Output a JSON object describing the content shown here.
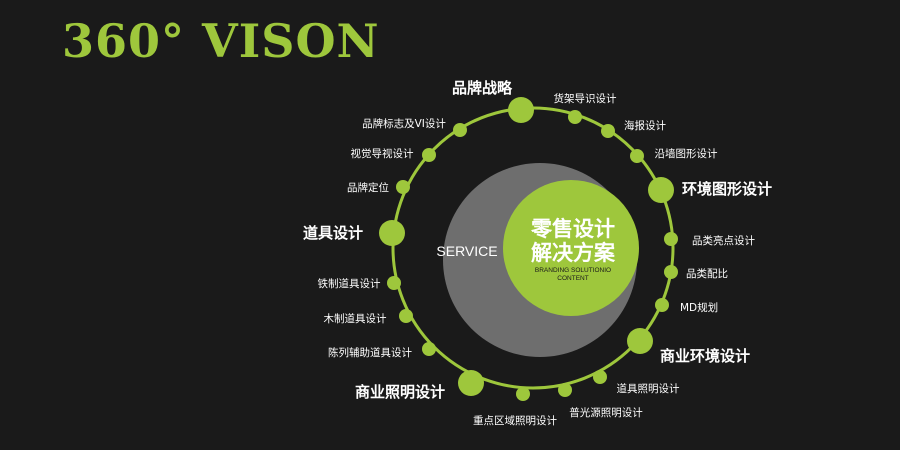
{
  "title": "360° VISON",
  "colors": {
    "background": "#1a1a1a",
    "accent": "#9ec73c",
    "ring_gray": "#6e6e6e",
    "text": "#ffffff"
  },
  "center": {
    "service_label": "SERVICE",
    "main_line1": "零售设计",
    "main_line2": "解决方案",
    "sub_line1": "BRANDING SOLUTIONIO",
    "sub_line2": "CONTENT"
  },
  "ring_nodes": [
    {
      "label": "品牌战略",
      "size": "major"
    },
    {
      "label": "货架导识设计",
      "size": "minor"
    },
    {
      "label": "海报设计",
      "size": "minor"
    },
    {
      "label": "沿墙图形设计",
      "size": "minor"
    },
    {
      "label": "环境图形设计",
      "size": "major"
    },
    {
      "label": "品类亮点设计",
      "size": "minor"
    },
    {
      "label": "品类配比",
      "size": "minor"
    },
    {
      "label": "MD规划",
      "size": "minor"
    },
    {
      "label": "商业环境设计",
      "size": "major"
    },
    {
      "label": "道具照明设计",
      "size": "minor"
    },
    {
      "label": "普光源照明设计",
      "size": "minor"
    },
    {
      "label": "重点区域照明设计",
      "size": "minor"
    },
    {
      "label": "商业照明设计",
      "size": "major"
    },
    {
      "label": "陈列辅助道具设计",
      "size": "minor"
    },
    {
      "label": "木制道具设计",
      "size": "minor"
    },
    {
      "label": "铁制道具设计",
      "size": "minor"
    },
    {
      "label": "道具设计",
      "size": "major"
    },
    {
      "label": "品牌定位",
      "size": "minor"
    },
    {
      "label": "视觉导视设计",
      "size": "minor"
    },
    {
      "label": "品牌标志及VI设计",
      "size": "minor"
    }
  ]
}
